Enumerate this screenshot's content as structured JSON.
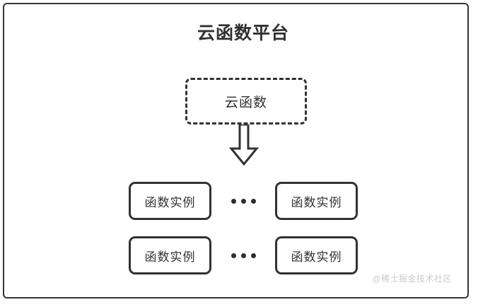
{
  "diagram": {
    "title": "云函数平台",
    "cloud_function": {
      "label": "云函数"
    },
    "arrow": {
      "icon": "down-block-arrow-icon"
    },
    "rows": [
      {
        "left_instance": "函数实例",
        "ellipsis": "...",
        "right_instance": "函数实例"
      },
      {
        "left_instance": "函数实例",
        "ellipsis": "...",
        "right_instance": "函数实例"
      }
    ],
    "watermark": "@稀土掘金技术社区",
    "colors": {
      "stroke": "#303235",
      "title_text": "#2f3133",
      "body_text": "#303235",
      "watermark_text": "#c9cbcd",
      "background": "#ffffff"
    }
  }
}
